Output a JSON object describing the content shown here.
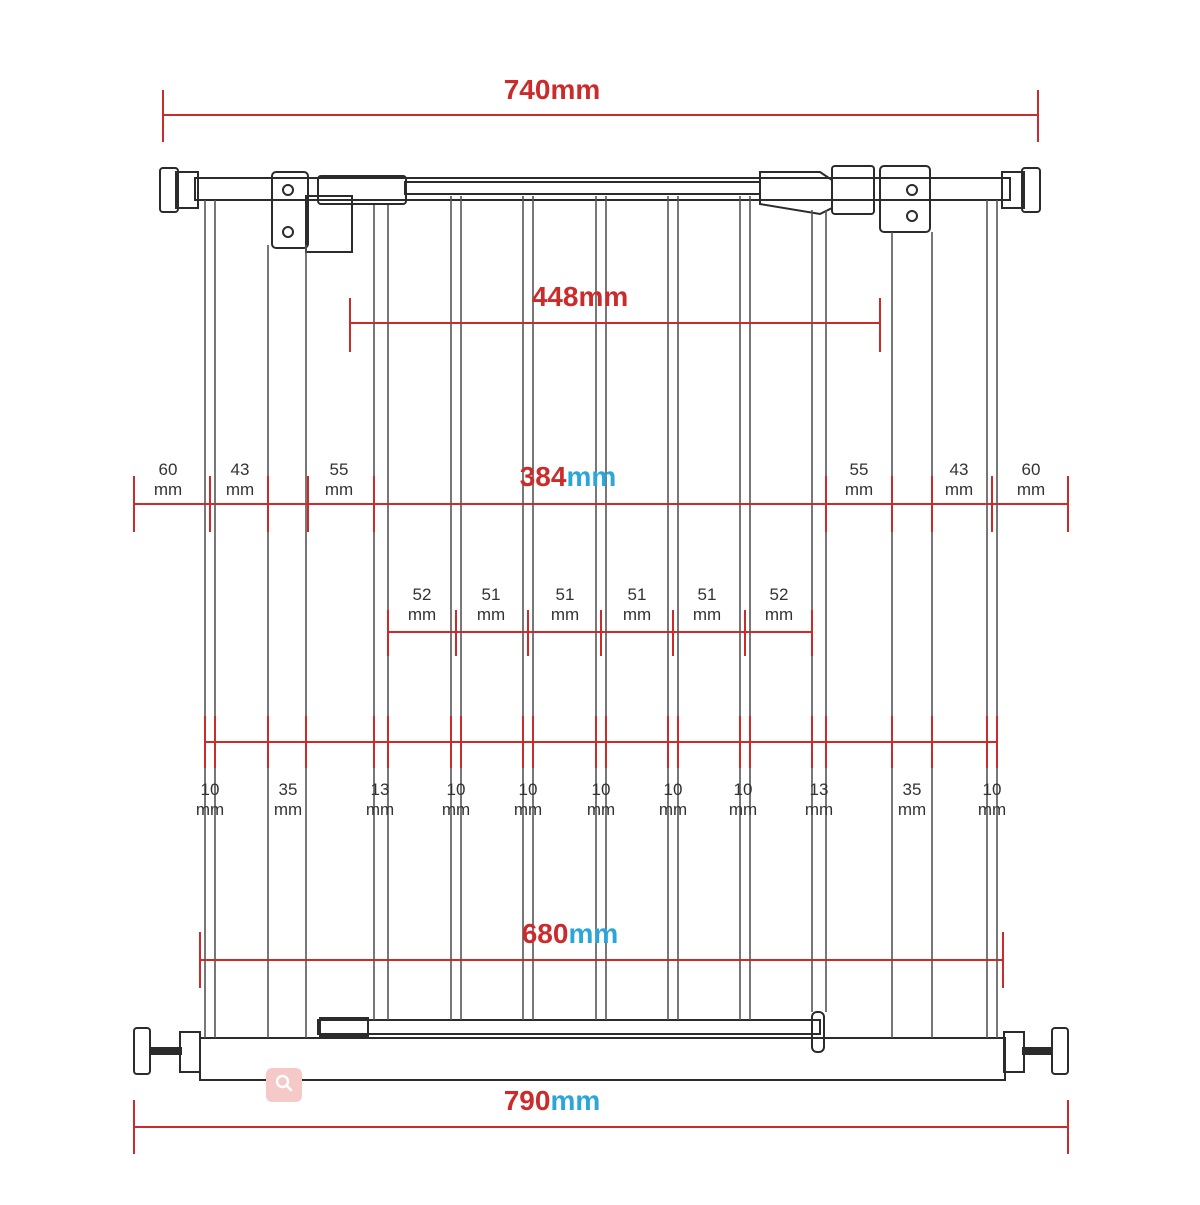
{
  "colors": {
    "dimension": "#cc2b2b",
    "unit_accent": "#2aa6d9",
    "frame": "#2b2b2b"
  },
  "dimensions": {
    "top": {
      "value": "740",
      "unit": "mm"
    },
    "door": {
      "value": "448",
      "unit": "mm"
    },
    "inner": {
      "value": "384",
      "unit": "mm"
    },
    "lower": {
      "value": "680",
      "unit": "mm"
    },
    "bottom": {
      "value": "790",
      "unit": "mm"
    }
  },
  "unit_label": "mm",
  "side_spacing_left": [
    "60",
    "43",
    "55"
  ],
  "side_spacing_right": [
    "55",
    "43",
    "60"
  ],
  "bar_spacing": [
    "52",
    "51",
    "51",
    "51",
    "51",
    "52"
  ],
  "bar_widths": [
    "10",
    "35",
    "13",
    "10",
    "10",
    "10",
    "10",
    "10",
    "13",
    "35",
    "10"
  ],
  "icons": {
    "zoom": "magnifier-icon"
  }
}
